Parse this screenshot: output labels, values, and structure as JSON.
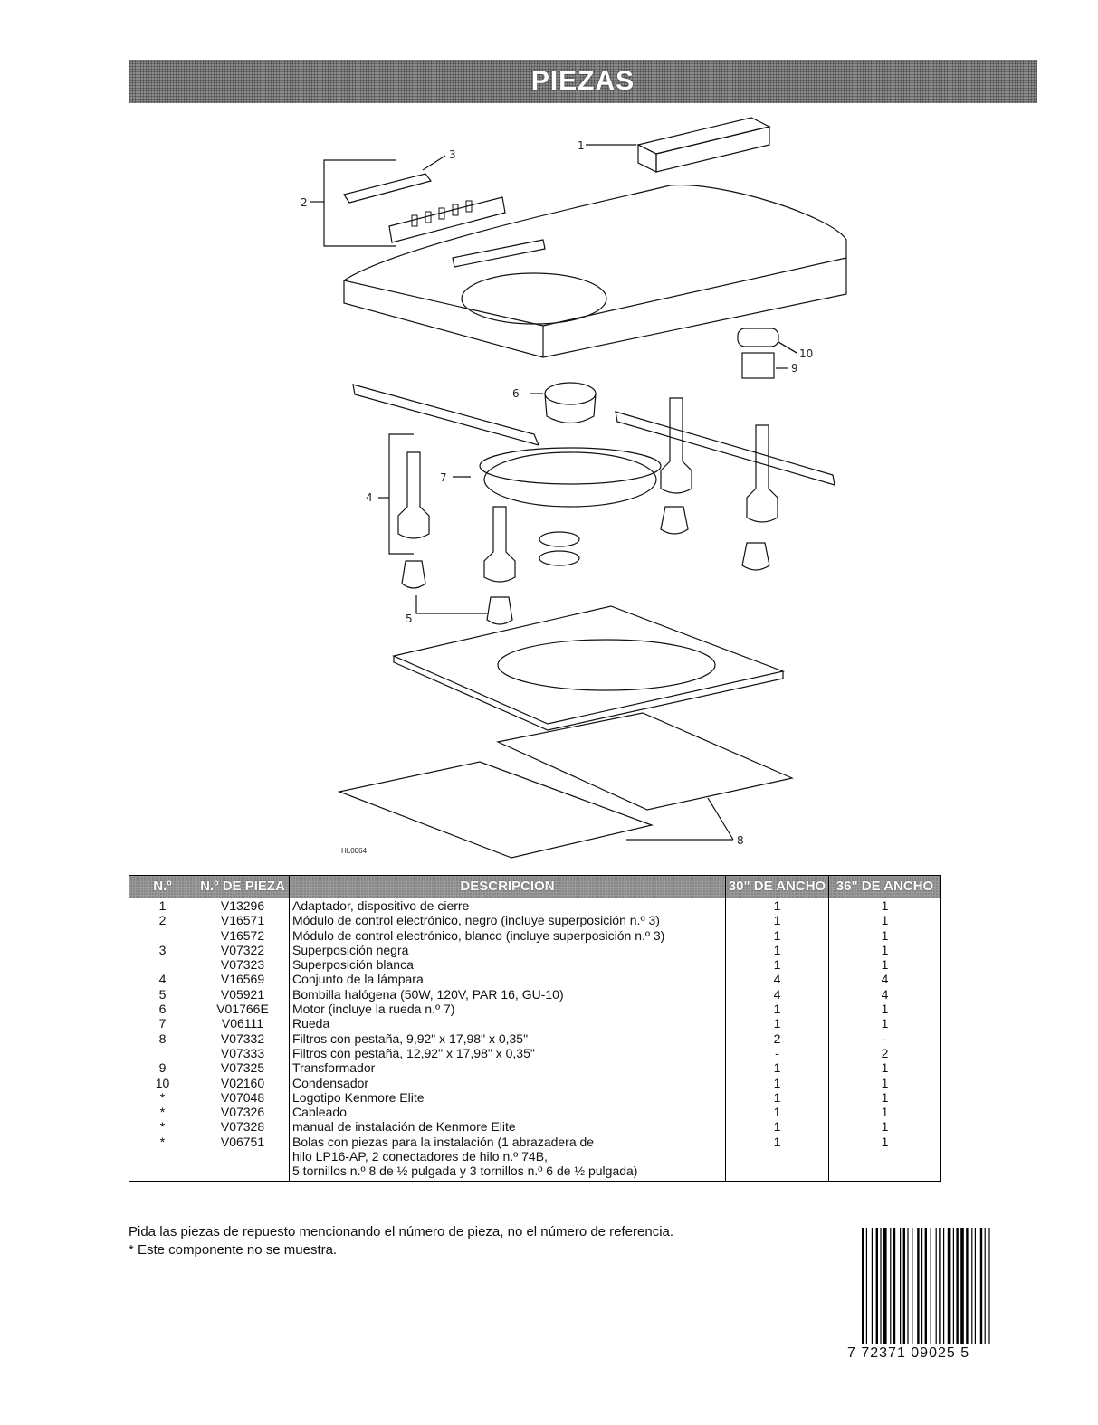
{
  "header": {
    "title": "PIEZAS"
  },
  "diagram": {
    "figure_code": "HL0064",
    "callouts": [
      "1",
      "2",
      "3",
      "4",
      "5",
      "6",
      "7",
      "8",
      "9",
      "10"
    ]
  },
  "table": {
    "headers": [
      "N.º",
      "N.º DE PIEZA",
      "DESCRIPCIÓN",
      "30\" DE ANCHO",
      "36\" DE ANCHO"
    ],
    "rows": [
      [
        "1",
        "V13296",
        "Adaptador, dispositivo de cierre",
        "1",
        "1"
      ],
      [
        "2",
        "V16571",
        "Módulo de control electrónico, negro (incluye superposición n.º 3)",
        "1",
        "1"
      ],
      [
        "",
        "V16572",
        "Módulo de control electrónico, blanco (incluye superposición n.º 3)",
        "1",
        "1"
      ],
      [
        "3",
        "V07322",
        "Superposición negra",
        "1",
        "1"
      ],
      [
        "",
        "V07323",
        "Superposición blanca",
        "1",
        "1"
      ],
      [
        "4",
        "V16569",
        "Conjunto de la lámpara",
        "4",
        "4"
      ],
      [
        "5",
        "V05921",
        "Bombilla halógena (50W, 120V, PAR 16, GU-10)",
        "4",
        "4"
      ],
      [
        "6",
        "V01766E",
        "Motor (incluye la rueda n.º 7)",
        "1",
        "1"
      ],
      [
        "7",
        "V06111",
        "Rueda",
        "1",
        "1"
      ],
      [
        "8",
        "V07332",
        "Filtros con pestaña, 9,92\" x 17,98\" x 0,35\"",
        "2",
        "-"
      ],
      [
        "",
        "V07333",
        "Filtros con pestaña, 12,92\" x 17,98\" x 0,35\"",
        "-",
        "2"
      ],
      [
        "9",
        "V07325",
        "Transformador",
        "1",
        "1"
      ],
      [
        "10",
        "V02160",
        "Condensador",
        "1",
        "1"
      ],
      [
        "*",
        "V07048",
        "Logotipo Kenmore Elite",
        "1",
        "1"
      ],
      [
        "*",
        "V07326",
        "Cableado",
        "1",
        "1"
      ],
      [
        "*",
        "V07328",
        "manual de instalación de Kenmore Elite",
        "1",
        "1"
      ],
      [
        "*",
        "V06751",
        "Bolas con piezas para la instalación (1 abrazadera de",
        "1",
        "1"
      ],
      [
        "",
        "",
        "hilo LP16-AP, 2 conectadores de hilo n.º 74B,",
        "",
        ""
      ],
      [
        "",
        "",
        "5 tornillos n.º 8 de ½ pulgada y 3 tornillos n.º 6 de ½ pulgada)",
        "",
        ""
      ]
    ]
  },
  "notes": {
    "line1": "Pida las piezas de repuesto mencionando el número de pieza, no el número de referencia.",
    "line2": "* Este componente no se muestra."
  },
  "barcode": {
    "digits": "7 72371 09025 5"
  }
}
